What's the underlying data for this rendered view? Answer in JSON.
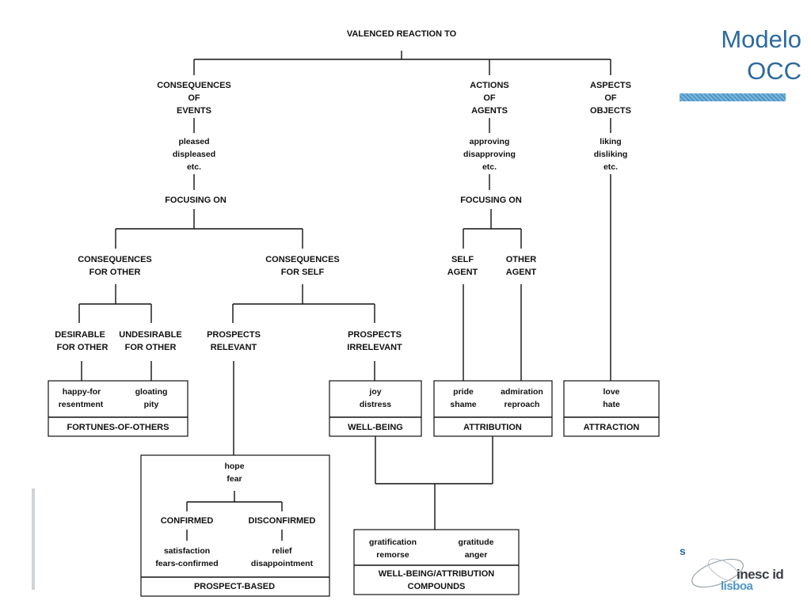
{
  "slide": {
    "title_line1": "Modelo",
    "title_line2": "OCC",
    "logo_mark": "s",
    "logo_inesc": "inesc id",
    "logo_lisboa": "lisboa"
  },
  "diagram": {
    "root": "VALENCED REACTION TO",
    "events": {
      "label": [
        "CONSEQUENCES",
        "OF",
        "EVENTS"
      ],
      "reactions": [
        "pleased",
        "displeased",
        "etc."
      ],
      "focus": "FOCUSING ON",
      "for_other": [
        "CONSEQUENCES",
        "FOR OTHER"
      ],
      "for_self": [
        "CONSEQUENCES",
        "FOR SELF"
      ],
      "desirable": [
        "DESIRABLE",
        "FOR OTHER"
      ],
      "undesirable": [
        "UNDESIRABLE",
        "FOR OTHER"
      ],
      "prospects_relevant": [
        "PROSPECTS",
        "RELEVANT"
      ],
      "prospects_irrelevant": [
        "PROSPECTS",
        "IRRELEVANT"
      ]
    },
    "agents": {
      "label": [
        "ACTIONS",
        "OF",
        "AGENTS"
      ],
      "reactions": [
        "approving",
        "disapproving",
        "etc."
      ],
      "focus": "FOCUSING ON",
      "self": [
        "SELF",
        "AGENT"
      ],
      "other": [
        "OTHER",
        "AGENT"
      ]
    },
    "objects": {
      "label": [
        "ASPECTS",
        "OF",
        "OBJECTS"
      ],
      "reactions": [
        "liking",
        "disliking",
        "etc."
      ]
    },
    "boxes": {
      "fortunes": {
        "emotions": [
          "happy-for",
          "resentment",
          "gloating",
          "pity"
        ],
        "label": "FORTUNES-OF-OTHERS"
      },
      "wellbeing": {
        "emotions": [
          "joy",
          "distress"
        ],
        "label": "WELL-BEING"
      },
      "attribution": {
        "emotions": [
          "pride",
          "shame",
          "admiration",
          "reproach"
        ],
        "label": "ATTRIBUTION"
      },
      "attraction": {
        "emotions": [
          "love",
          "hate"
        ],
        "label": "ATTRACTION"
      },
      "prospect": {
        "emotions": [
          "hope",
          "fear"
        ],
        "confirmed": "CONFIRMED",
        "disconfirmed": "DISCONFIRMED",
        "confirmed_emotions": [
          "satisfaction",
          "fears-confirmed"
        ],
        "disconfirmed_emotions": [
          "relief",
          "disappointment"
        ],
        "label": "PROSPECT-BASED"
      },
      "compounds": {
        "emotions": [
          "gratification",
          "remorse",
          "gratitude",
          "anger"
        ],
        "label": [
          "WELL-BEING/ATTRIBUTION",
          "COMPOUNDS"
        ]
      }
    }
  }
}
